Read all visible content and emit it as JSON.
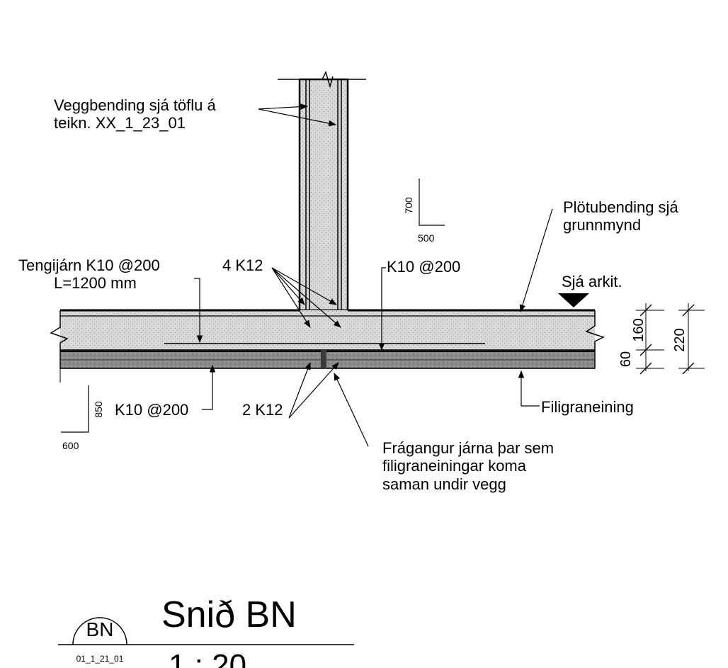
{
  "annotations": {
    "wall_rebar_line1": "Veggbending sjá töflu á",
    "wall_rebar_line2": "teikn. XX_1_23_01",
    "slab_rebar_line1": "Plötubending sjá",
    "slab_rebar_line2": "grunnmynd",
    "tie_bars_line1": "Tengijárn K10 @200",
    "tie_bars_line2": "L=1200 mm",
    "bars_4k12": "4 K12",
    "bars_k10_200_top": "K10 @200",
    "see_architect": "Sjá arkit.",
    "bars_k10_200_bottom": "K10 @200",
    "bars_2k12": "2 K12",
    "filigree_unit": "Filigraneining",
    "finishing_line1": "Frágangur járna þar sem",
    "finishing_line2": "filigraneiningar koma",
    "finishing_line3": "saman undir vegg"
  },
  "bend_shapes": {
    "upper_vertical": "700",
    "upper_horizontal": "500",
    "lower_vertical": "850",
    "lower_horizontal": "600"
  },
  "dimensions": {
    "dim_160": "160",
    "dim_60": "60",
    "dim_220": "220"
  },
  "title_block": {
    "section_tag": "BN",
    "sheet_ref": "01_1_21_01",
    "title": "Snið BN",
    "scale": "1 : 20"
  },
  "colors": {
    "ink": "#000000",
    "concrete_fill": "#d9d9d9",
    "filigree_fill": "#8c8c8c",
    "filigree_dark": "#6b6b6b"
  }
}
